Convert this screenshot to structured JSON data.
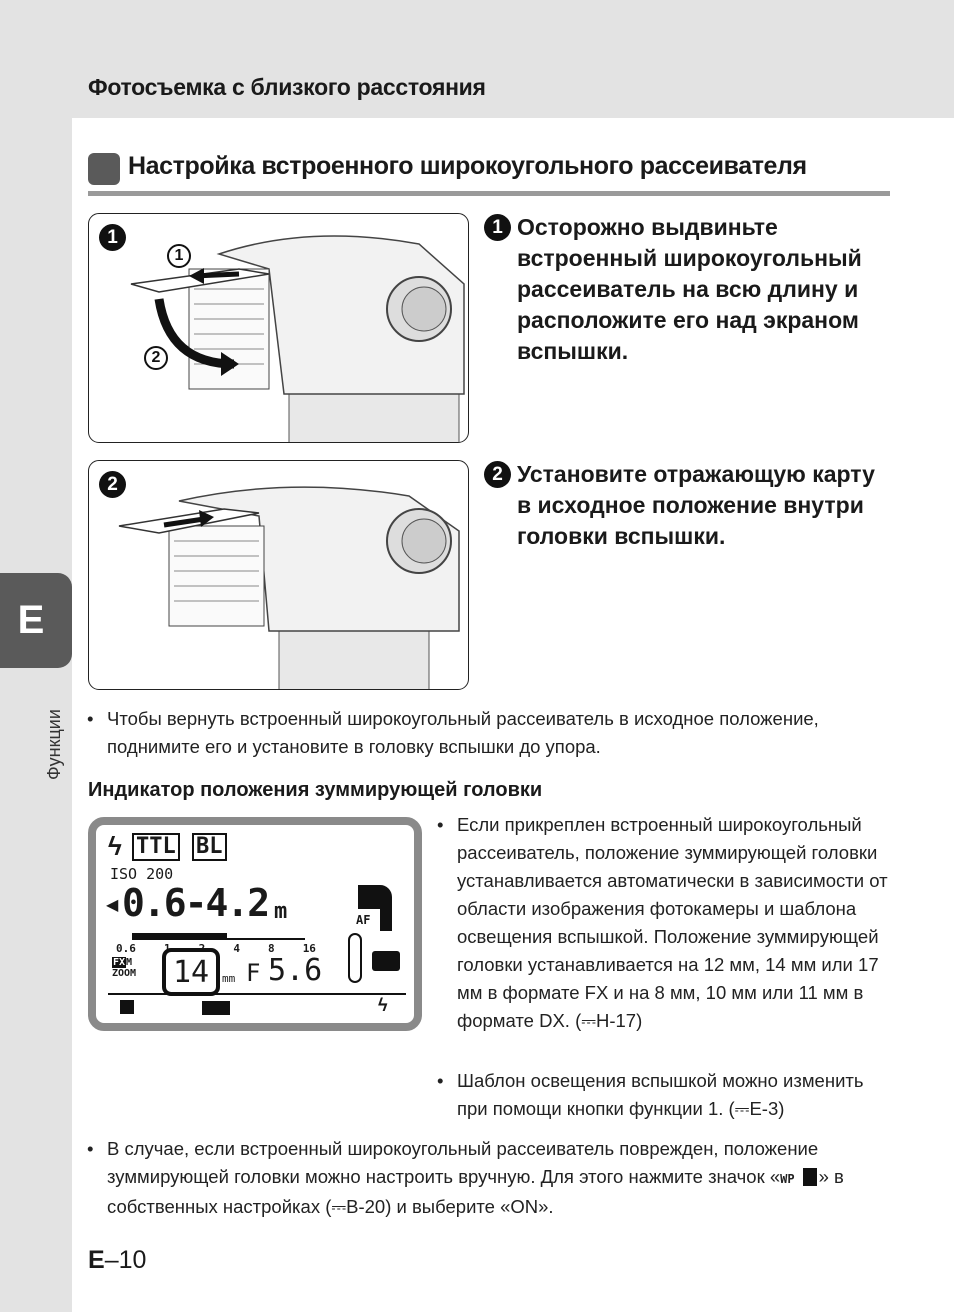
{
  "header": {
    "running_title": "Фотосъемка с близкого расстояния"
  },
  "sidebar": {
    "tab_letter": "E",
    "section_label": "Функции"
  },
  "section": {
    "title": "Настройка встроенного широкоугольного рассеивателя"
  },
  "figures": [
    {
      "badge": "1",
      "callouts": [
        "1",
        "2"
      ]
    },
    {
      "badge": "2"
    }
  ],
  "steps": [
    {
      "number": "1",
      "text": "Осторожно выдвиньте встроенный широкоугольный рассеиватель на всю длину и расположите его над экраном вспышки."
    },
    {
      "number": "2",
      "text": "Установите отражающую карту в исходное положение внутри головки вспышки."
    }
  ],
  "note1": "Чтобы вернуть встроенный широкоугольный рассеиватель в исходное положение, поднимите его и установите в головку вспышки до упора.",
  "subsection": {
    "title": "Индикатор положения зуммирующей головки"
  },
  "lcd": {
    "mode1": "TTL",
    "mode2": "BL",
    "iso": "ISO 200",
    "range": "0.6-4.2",
    "range_unit": "m",
    "scale": [
      "0.6",
      "1",
      "2",
      "4",
      "8",
      "16"
    ],
    "fx": "FX",
    "m": "M",
    "zoom": "ZOOM",
    "zoom_value": "14",
    "zoom_unit": "mm",
    "aperture_label": "F",
    "aperture": "5.6",
    "af": "AF"
  },
  "lcd_notes": [
    "Если прикреплен встроенный широкоугольный рассеиватель, положение зуммирующей головки устанавливается автоматически в зависимости от области изображения фотокамеры и шаблона освещения вспышкой. Положение зуммирующей головки устанавливается на 12 мм, 14 мм или 17 мм в формате FX и на 8 мм, 10 мм или 11 мм в формате DX. (⎓H-17)",
    "Шаблон освещения вспышкой можно изменить при помощи кнопки функции 1. (⎓E-3)"
  ],
  "note2": {
    "before": "В случае, если встроенный широкоугольный рассеиватель поврежден, положение зуммирующей головки можно настроить вручную. Для этого нажмите значок «",
    "wp": "WP",
    "after": "» в собственных настройках (⎓B-20) и выберите «ON»."
  },
  "footer": {
    "page_letter": "E",
    "page_number": "–10"
  }
}
